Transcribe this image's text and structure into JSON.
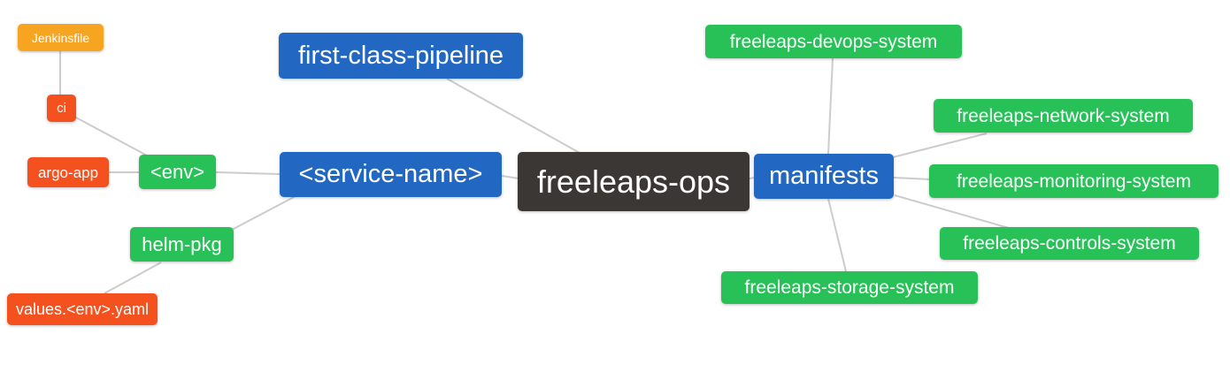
{
  "diagram": {
    "type": "mindmap",
    "root": "freeleaps-ops",
    "nodes": [
      {
        "id": "jenkinsfile",
        "label": "Jenkinsfile",
        "color_key": "orange"
      },
      {
        "id": "ci",
        "label": "ci",
        "color_key": "red"
      },
      {
        "id": "argo-app",
        "label": "argo-app",
        "color_key": "red"
      },
      {
        "id": "env",
        "label": "<env>",
        "color_key": "green"
      },
      {
        "id": "helm-pkg",
        "label": "helm-pkg",
        "color_key": "green"
      },
      {
        "id": "values-env-yaml",
        "label": "values.<env>.yaml",
        "color_key": "red"
      },
      {
        "id": "first-class-pipeline",
        "label": "first-class-pipeline",
        "color_key": "blue"
      },
      {
        "id": "service-name",
        "label": "<service-name>",
        "color_key": "blue"
      },
      {
        "id": "freeleaps-ops",
        "label": "freeleaps-ops",
        "color_key": "dark"
      },
      {
        "id": "manifests",
        "label": "manifests",
        "color_key": "blue"
      },
      {
        "id": "freeleaps-devops-system",
        "label": "freeleaps-devops-system",
        "color_key": "green"
      },
      {
        "id": "freeleaps-network-system",
        "label": "freeleaps-network-system",
        "color_key": "green"
      },
      {
        "id": "freeleaps-monitoring-system",
        "label": "freeleaps-monitoring-system",
        "color_key": "green"
      },
      {
        "id": "freeleaps-controls-system",
        "label": "freeleaps-controls-system",
        "color_key": "green"
      },
      {
        "id": "freeleaps-storage-system",
        "label": "freeleaps-storage-system",
        "color_key": "green"
      }
    ],
    "edges": [
      {
        "from": "ci",
        "to": "jenkinsfile"
      },
      {
        "from": "env",
        "to": "ci"
      },
      {
        "from": "env",
        "to": "argo-app"
      },
      {
        "from": "service-name",
        "to": "env"
      },
      {
        "from": "service-name",
        "to": "helm-pkg"
      },
      {
        "from": "helm-pkg",
        "to": "values-env-yaml"
      },
      {
        "from": "freeleaps-ops",
        "to": "first-class-pipeline"
      },
      {
        "from": "freeleaps-ops",
        "to": "service-name"
      },
      {
        "from": "freeleaps-ops",
        "to": "manifests"
      },
      {
        "from": "manifests",
        "to": "freeleaps-devops-system"
      },
      {
        "from": "manifests",
        "to": "freeleaps-network-system"
      },
      {
        "from": "manifests",
        "to": "freeleaps-monitoring-system"
      },
      {
        "from": "manifests",
        "to": "freeleaps-controls-system"
      },
      {
        "from": "manifests",
        "to": "freeleaps-storage-system"
      }
    ],
    "palette": {
      "blue": "#2268c3",
      "green": "#28c158",
      "red": "#f4511e",
      "orange": "#f7a421",
      "dark": "#3b3735",
      "edge": "#cccccc",
      "text": "#ffffff",
      "background": "#ffffff"
    }
  }
}
